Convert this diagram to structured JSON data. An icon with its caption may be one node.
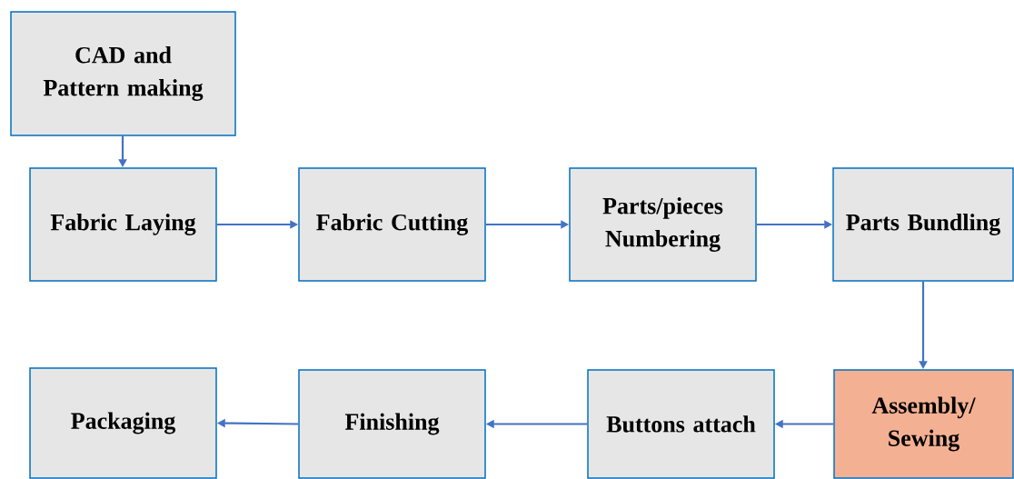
{
  "diagram": {
    "nodes": [
      {
        "text": [
          "CAD and Pattern making"
        ]
      },
      {
        "text": [
          "Fabric Laying"
        ]
      },
      {
        "text": [
          "Fabric Cutting"
        ]
      },
      {
        "text": [
          "Parts/pieces Numbering"
        ]
      },
      {
        "text": [
          "Parts Bundling"
        ]
      },
      {
        "text": [
          "Assembly/ Sewing"
        ]
      },
      {
        "text": [
          "Buttons attach"
        ]
      },
      {
        "text": [
          "Finishing"
        ]
      },
      {
        "text": [
          "Packaging"
        ]
      }
    ],
    "edges": [
      {
        "from": 0,
        "to": 1,
        "arrow": "to"
      },
      {
        "from": 1,
        "to": 2,
        "arrow": "to"
      },
      {
        "from": 2,
        "to": 3,
        "arrow": "to"
      },
      {
        "from": 3,
        "to": 4,
        "arrow": "to"
      },
      {
        "from": 4,
        "to": 5,
        "arrow": "to"
      },
      {
        "from": 5,
        "to": 6,
        "arrow": "to"
      },
      {
        "from": 6,
        "to": 7,
        "arrow": "to"
      },
      {
        "from": 7,
        "to": 8,
        "arrow": "to"
      }
    ]
  }
}
